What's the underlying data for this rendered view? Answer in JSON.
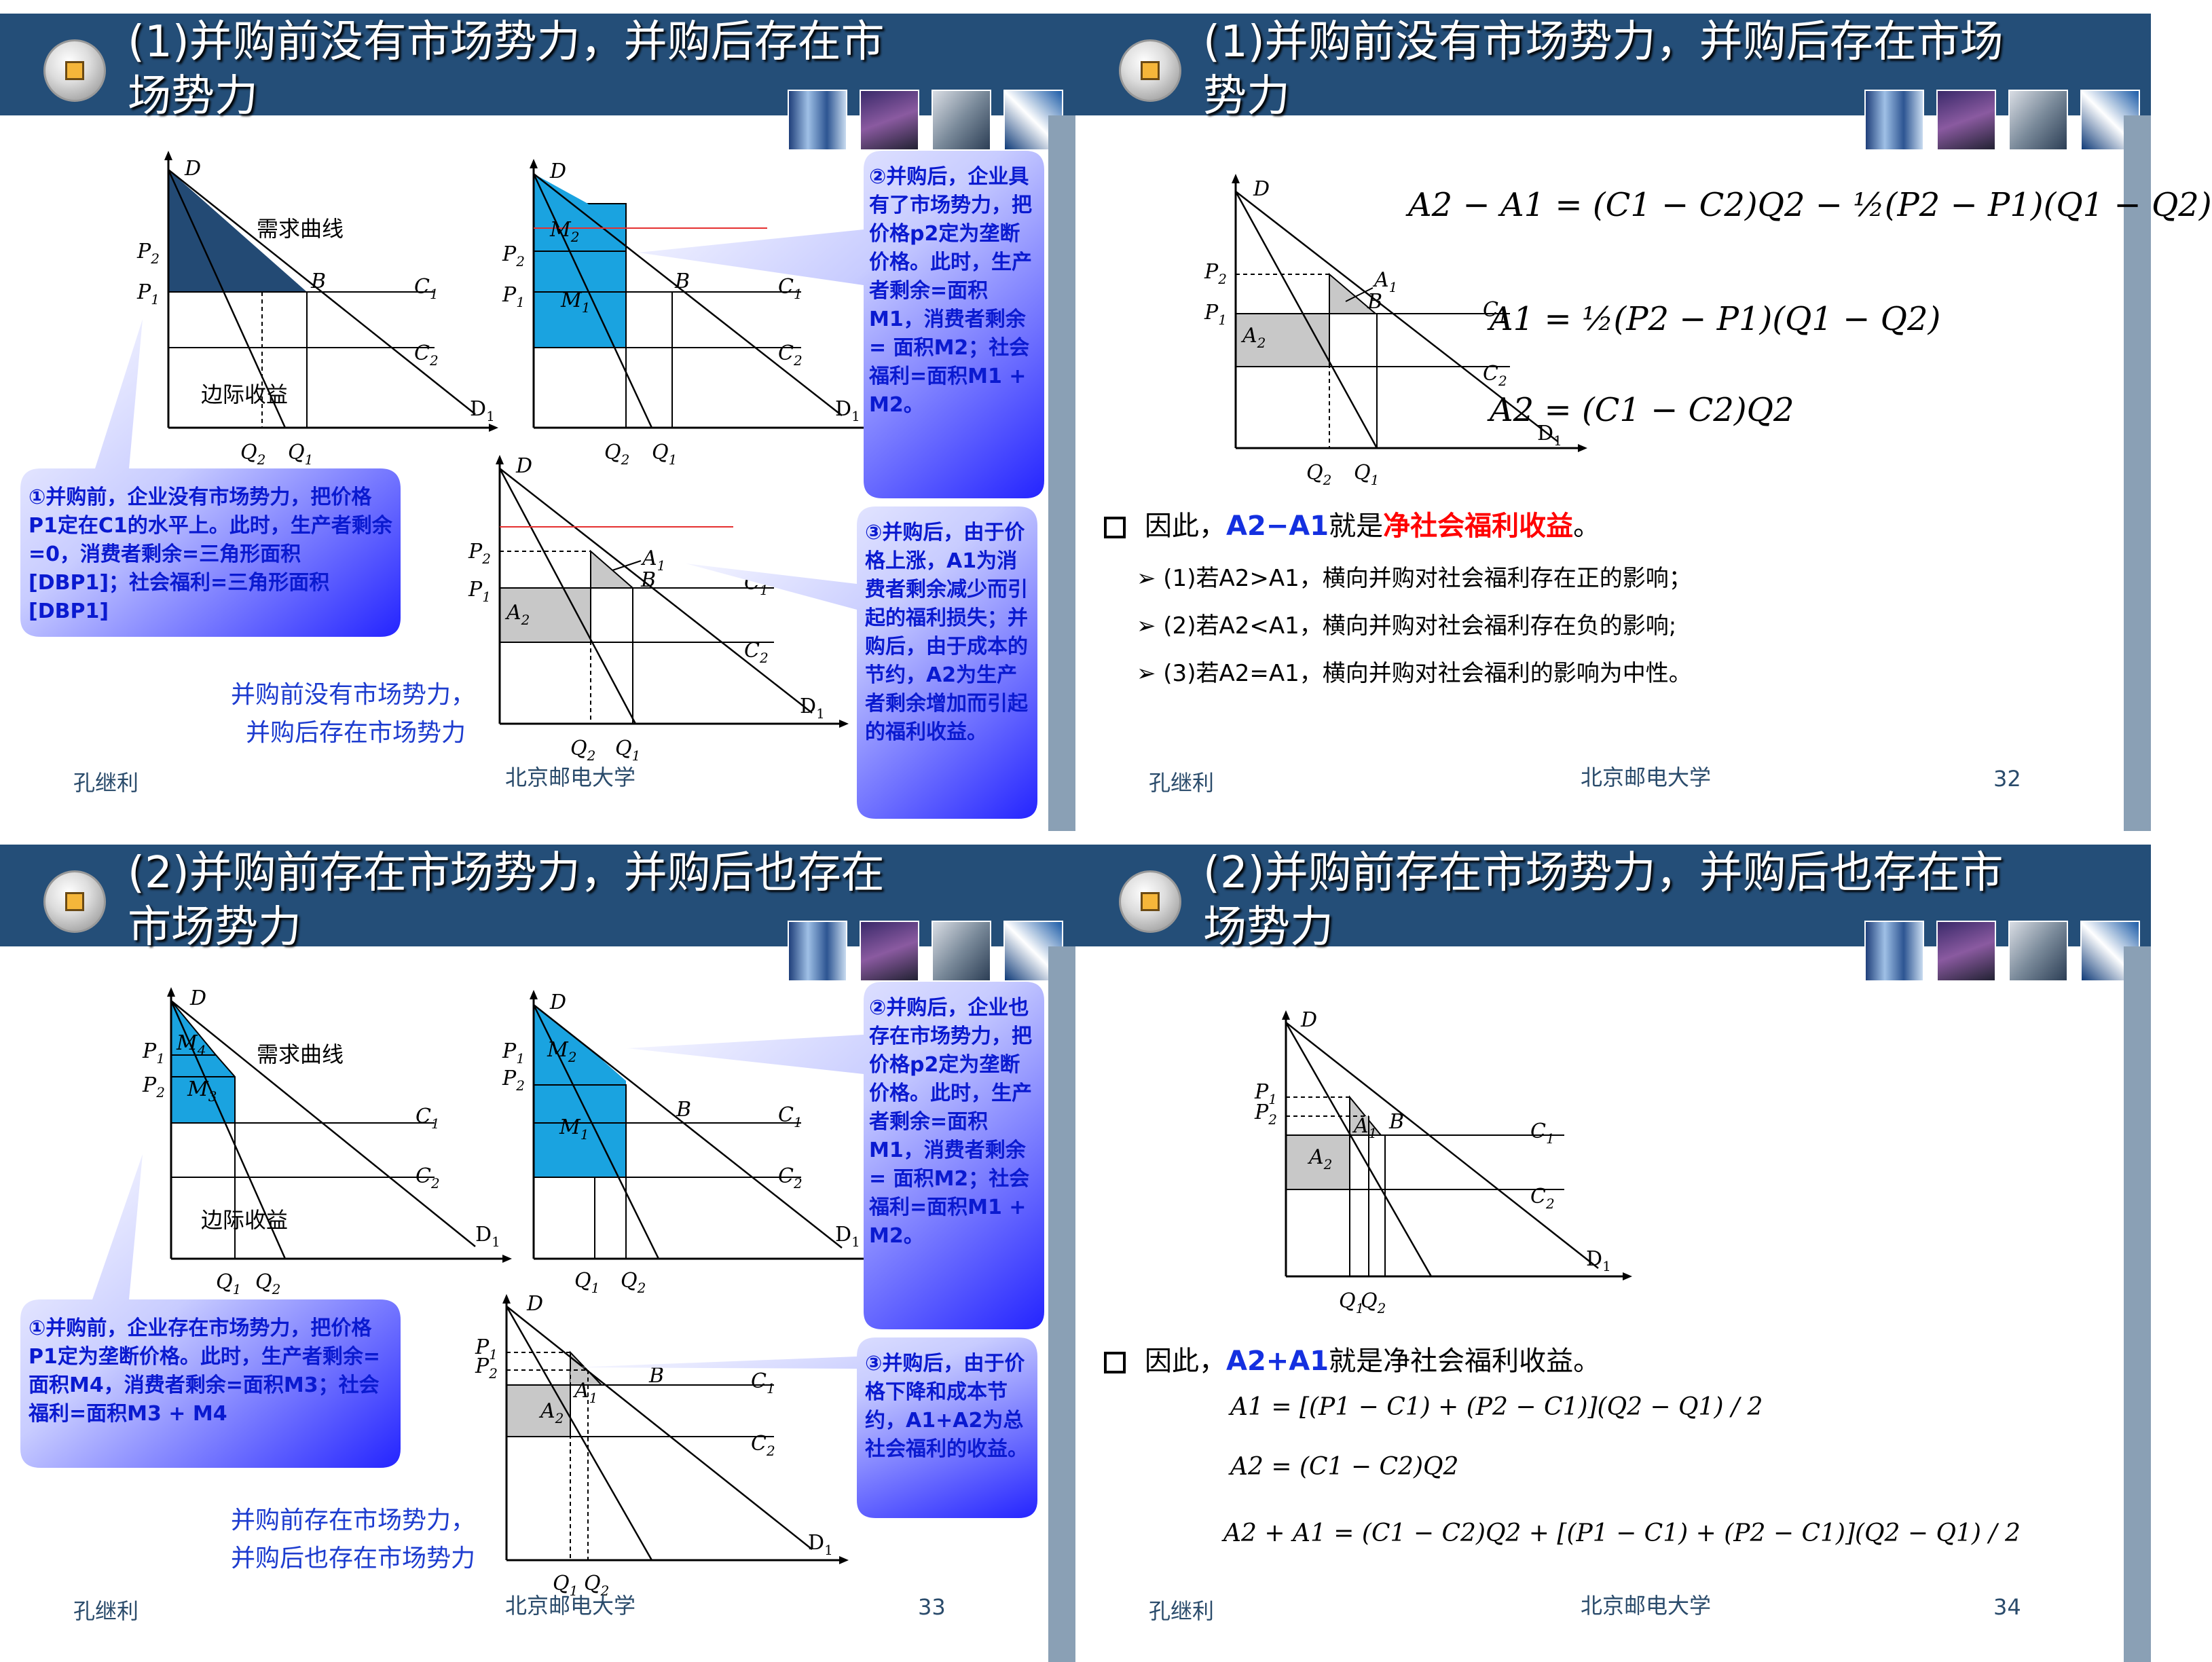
{
  "slides": [
    {
      "title": "(1)并购前没有市场势力，并购后存在市场势力",
      "author": "孔继利",
      "school": "北京邮电大学",
      "page": "",
      "bubble1": "①并购前，企业没有市场势力，把价格P1定在C1的水平上。此时，生产者剩余=0，消费者剩余=三角形面积[DBP1]；社会福利=三角形面积[DBP1]",
      "bubble2": "②并购后，企业具有了市场势力，把价格p2定为垄断价格。此时，生产者剩余=面积M1，消费者剩余= 面积M2；社会福利=面积M1 + M2。",
      "bubble3": "③并购后，由于价格上涨，A1为消费者剩余减少而引起的福利损失；并购后，由于成本的节约，A2为生产者剩余增加而引起的福利收益。",
      "caption1": "并购前没有市场势力，",
      "caption2": "并购后存在市场势力",
      "demand_label": "需求曲线",
      "mr_label": "边际收益"
    },
    {
      "title": "(1)并购前没有市场势力，并购后存在市场势力",
      "author": "孔继利",
      "school": "北京邮电大学",
      "page": "32",
      "bullet_pre": "因此，",
      "bullet_hl": "A2−A1",
      "bullet_mid": "就是",
      "bullet_red": "净社会福利收益",
      "bullet_end": "。",
      "sub1": "(1)若A2>A1，横向并购对社会福利存在正的影响；",
      "sub2": "(2)若A2<A1，横向并购对社会福利存在负的影响;",
      "sub3": "(3)若A2=A1，横向并购对社会福利的影响为中性。",
      "f1": "A2 − A1 = (C1 − C2)Q2 − ½(P2 − P1)(Q1 − Q2)",
      "f2": "A1 = ½(P2 − P1)(Q1 − Q2)",
      "f3": "A2 = (C1 − C2)Q2"
    },
    {
      "title": "(2)并购前存在市场势力，并购后也存在市场势力",
      "author": "孔继利",
      "school": "北京邮电大学",
      "page": "33",
      "bubble1": "①并购前，企业存在市场势力，把价格P1定为垄断价格。此时，生产者剩余=面积M4，消费者剩余=面积M3；社会福利=面积M3 + M4",
      "bubble2": "②并购后，企业也存在市场势力，把价格p2定为垄断价格。此时，生产者剩余=面积M1，消费者剩余= 面积M2；社会福利=面积M1 + M2。",
      "bubble3": "③并购后，由于价格下降和成本节约，A1+A2为总社会福利的收益。",
      "caption1": "并购前存在市场势力，",
      "caption2": "并购后也存在市场势力",
      "demand_label": "需求曲线",
      "mr_label": "边际收益"
    },
    {
      "title": "(2)并购前存在市场势力，并购后也存在市场势力",
      "author": "孔继利",
      "school": "北京邮电大学",
      "page": "34",
      "bullet_pre": "因此，",
      "bullet_hl": "A2+A1",
      "bullet_mid": "就是净社会福利收益。",
      "f1": "A1 = [(P1 − C1) + (P2 − C1)](Q2 − Q1) / 2",
      "f2": "A2 = (C1 − C2)Q2",
      "f3": "A2 + A1 = (C1 − C2)Q2 + [(P1 − C1) + (P2 − C1)](Q2 − Q1) / 2"
    }
  ]
}
